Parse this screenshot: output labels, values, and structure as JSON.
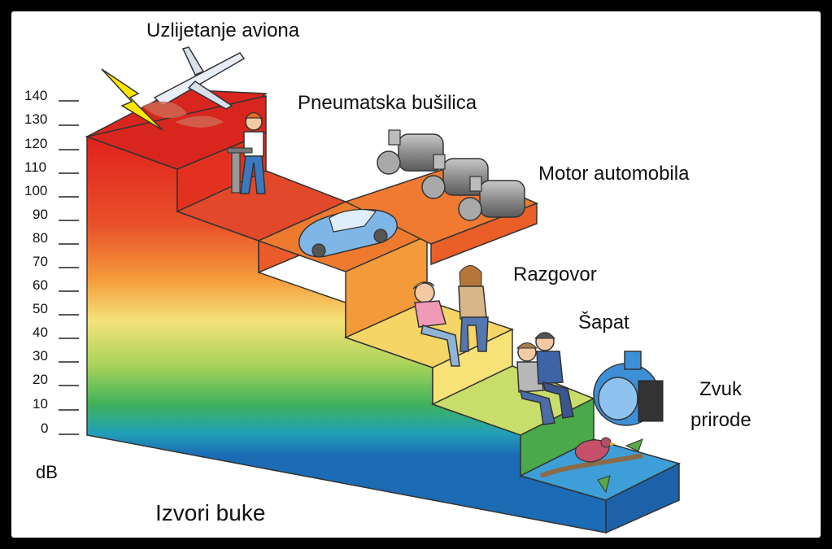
{
  "title": "Izvori buke",
  "axis": {
    "unit": "dB",
    "ticks": [
      "140",
      "130",
      "120",
      "110",
      "100",
      "90",
      "80",
      "70",
      "60",
      "50",
      "40",
      "30",
      "20",
      "10",
      "0"
    ]
  },
  "sources": [
    {
      "label": "Uzlijetanje aviona"
    },
    {
      "label": "Pneumatska bušilica"
    },
    {
      "label": "Motor automobila"
    },
    {
      "label": "Razgovor"
    },
    {
      "label": "Šapat"
    },
    {
      "label_line1": "Zvuk",
      "label_line2": "prirode"
    }
  ]
}
